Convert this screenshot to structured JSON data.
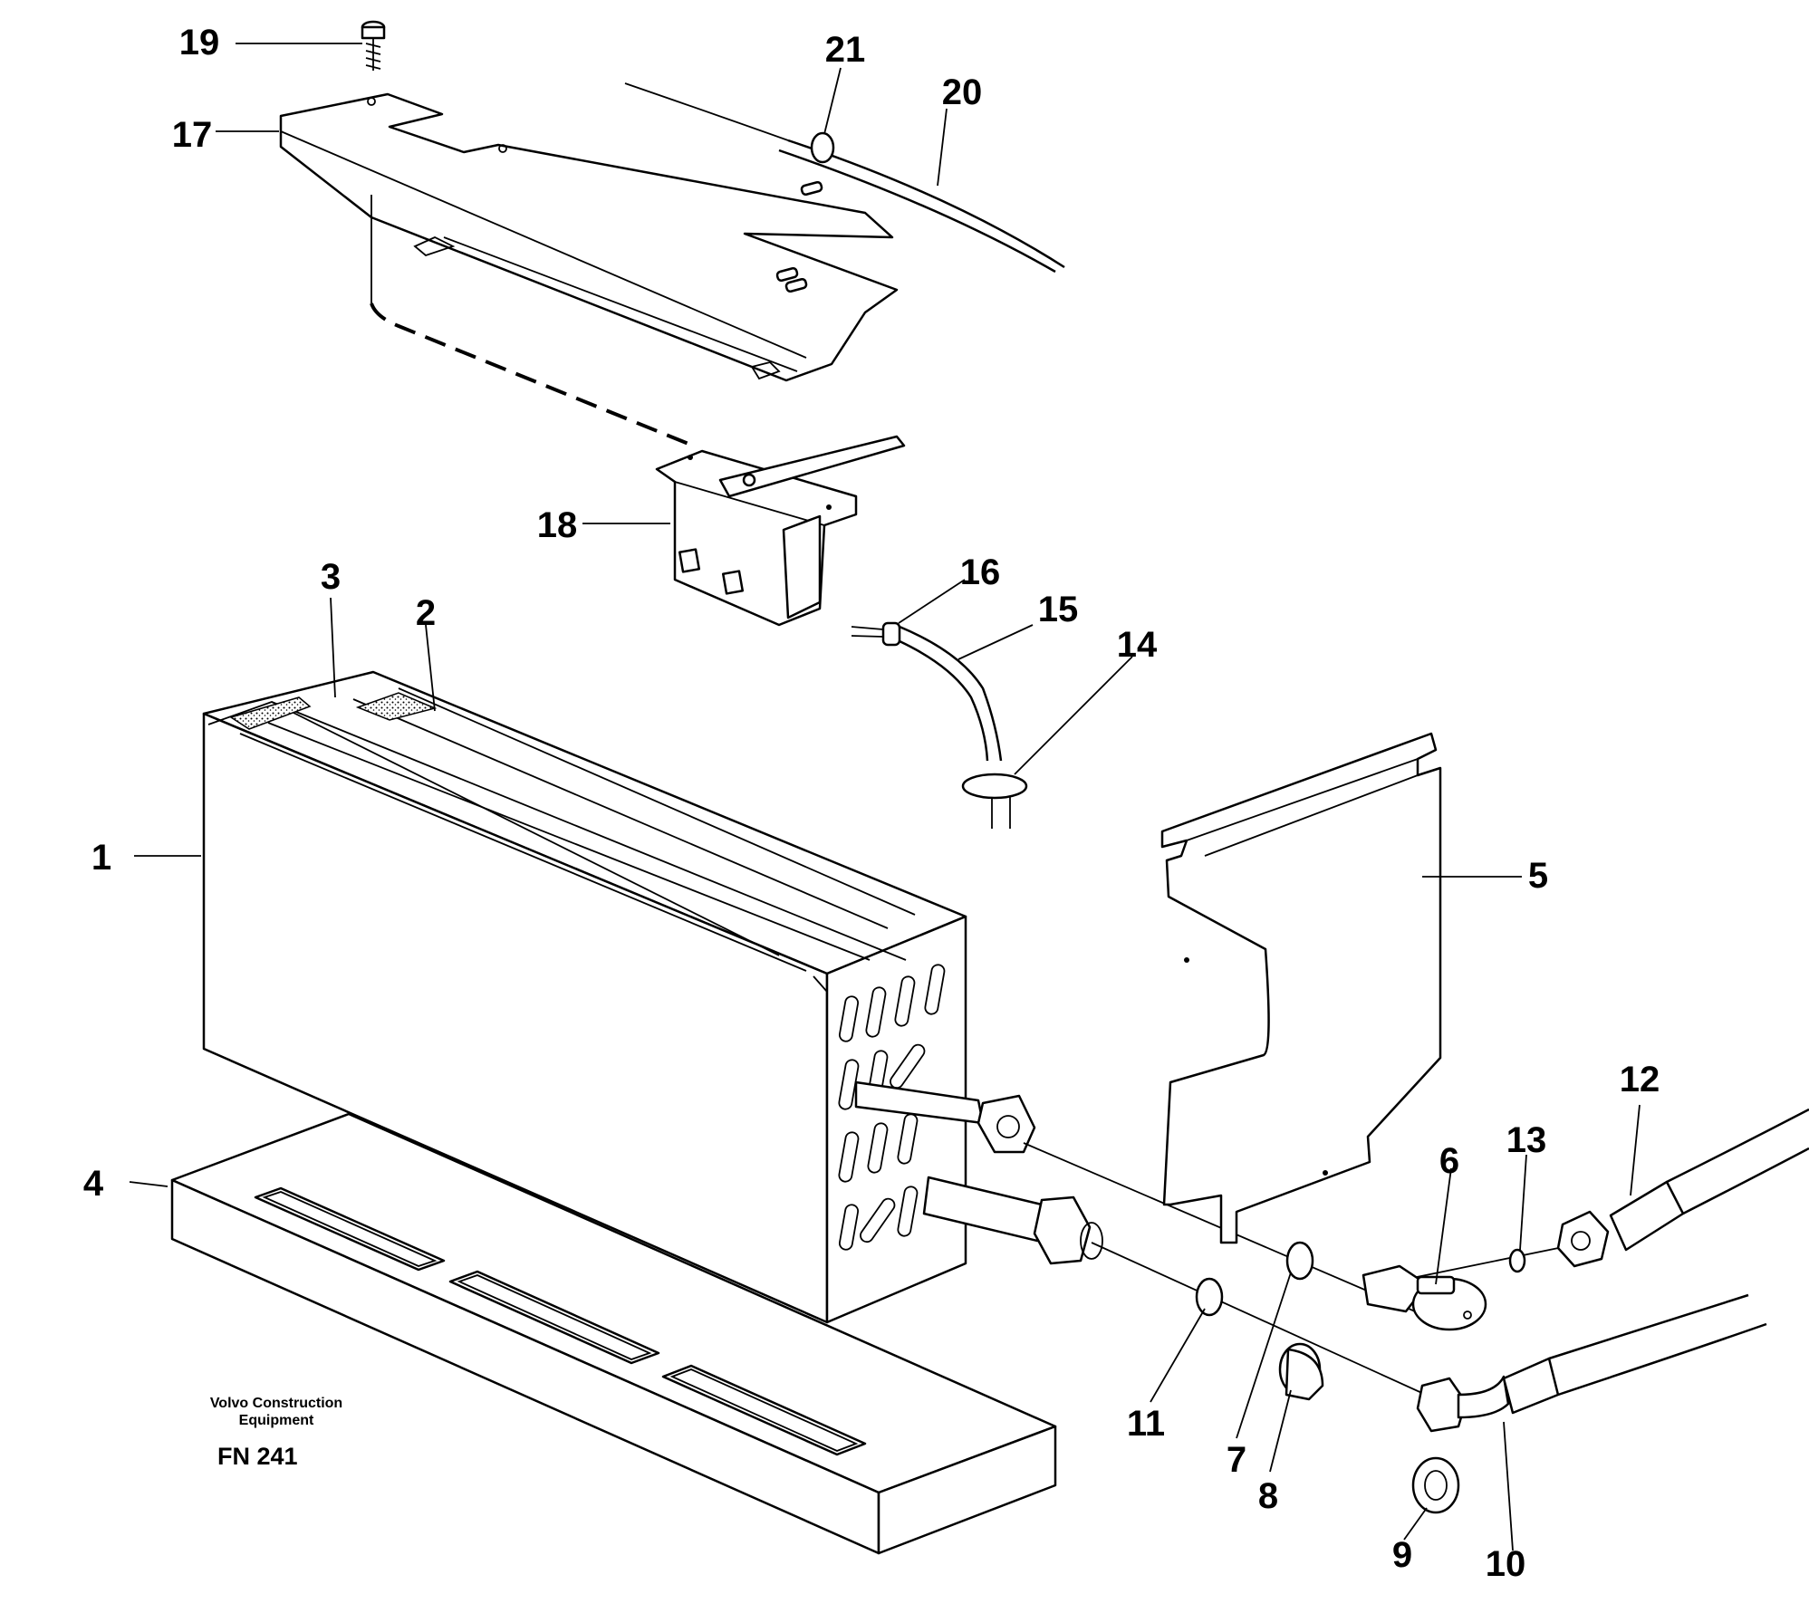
{
  "diagram": {
    "credit_line1": "Volvo Construction",
    "credit_line2": "Equipment",
    "figure_code": "FN 241",
    "callouts": {
      "c1": "1",
      "c2": "2",
      "c3": "3",
      "c4": "4",
      "c5": "5",
      "c6": "6",
      "c7": "7",
      "c8": "8",
      "c9": "9",
      "c10": "10",
      "c11": "11",
      "c12": "12",
      "c13": "13",
      "c14": "14",
      "c15": "15",
      "c16": "16",
      "c17": "17",
      "c18": "18",
      "c19": "19",
      "c20": "20",
      "c21": "21"
    }
  }
}
